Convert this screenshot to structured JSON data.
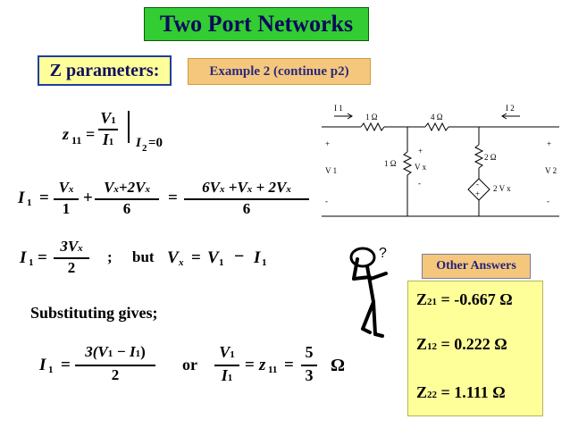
{
  "title": "Two Port Networks",
  "section_label": "Z parameters:",
  "example_label": "Example 2 (continue p2)",
  "definition": {
    "lhs": "z",
    "lhs_sub": "11",
    "num": "V",
    "num_sub": "1",
    "den": "I",
    "den_sub": "1",
    "cond_var": "I",
    "cond_sub": "2",
    "cond_val": "=0"
  },
  "eq1": {
    "lhs": "I",
    "lhs_sub": "1",
    "t1_num": "V",
    "t1_num_sub": "x",
    "t1_den": "1",
    "t2_num_a": "V",
    "t2_num_a_sub": "x",
    "t2_num_plus": "+2V",
    "t2_num_b_sub": "x",
    "t2_den": "6",
    "t3_num": "6V",
    "t3_num_mid": "+V",
    "t3_num_end": "+ 2V",
    "t3_den": "6"
  },
  "eq2": {
    "lhs": "I",
    "lhs_sub": "1",
    "num": "3V",
    "num_sub": "x",
    "den": "2",
    "sep": ";",
    "but": "but",
    "vx": "V",
    "vx_sub": "x",
    "v1": "V",
    "v1_sub": "1",
    "minus": "−",
    "i1": "I",
    "i1_sub": "1"
  },
  "substituting": "Substituting gives;",
  "eq3": {
    "lhs": "I",
    "lhs_sub": "1",
    "num": "3(V",
    "num_sub1": "1",
    "num_mid": " − I",
    "num_sub2": "1",
    "num_end": ")",
    "den": "2",
    "or": "or",
    "v1": "V",
    "v1_sub": "1",
    "i1": "I",
    "i1_sub": "1",
    "z": "z",
    "z_sub": "11",
    "res_num": "5",
    "res_den": "3",
    "unit": "Ω"
  },
  "other_answers_button": "Other Answers",
  "answers": [
    {
      "label": "Z",
      "sub": "21",
      "value": "= -0.667 Ω"
    },
    {
      "label": "Z",
      "sub": "12",
      "value": "=  0.222 Ω"
    },
    {
      "label": "Z",
      "sub": "22",
      "value": "=  1.111 Ω"
    }
  ],
  "circuit": {
    "i1": "I 1",
    "i2": "I 2",
    "r1": "1 Ω",
    "r2": "4 Ω",
    "r3": "1 Ω",
    "r4": "2 Ω",
    "vx": "V x",
    "source": "2 V x",
    "v1": "V 1",
    "v2": "V 2",
    "plus": "+",
    "minus": "-"
  },
  "thinker_mark": "?"
}
